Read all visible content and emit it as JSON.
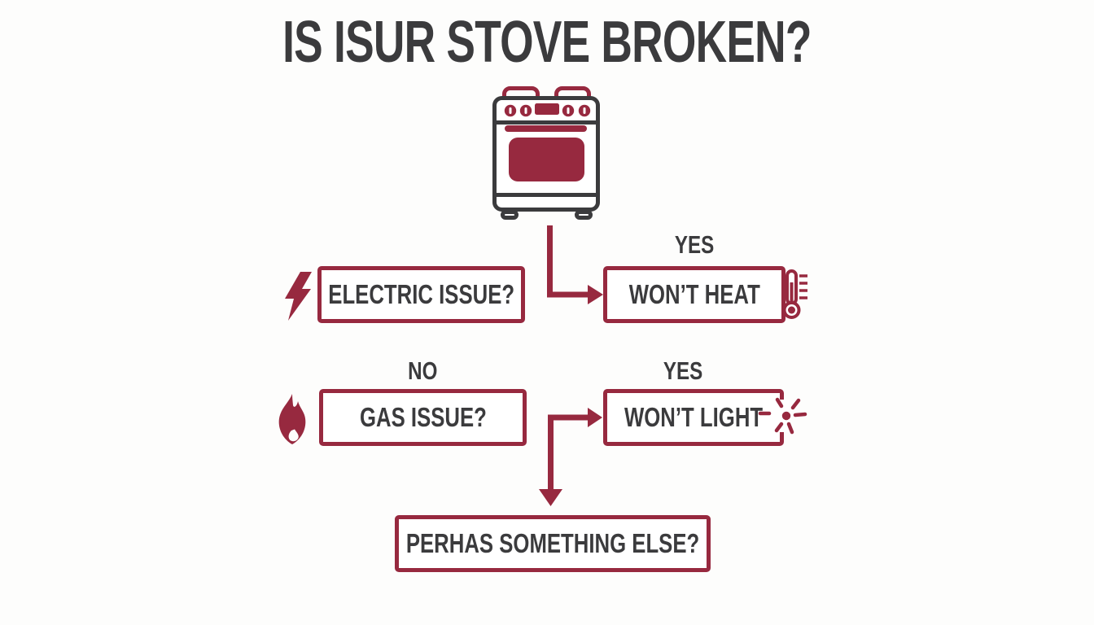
{
  "title": "IS ISUR STOVE BROKEN?",
  "palette": {
    "accent": "#97293F",
    "text": "#3B3B3D",
    "background": "#FDFDFC",
    "box_fill": "#FFFFFF"
  },
  "icons": {
    "top": "stove-icon",
    "electric": "lightning-bolt-icon",
    "wont_heat": "thermometer-icon",
    "gas": "flame-icon",
    "wont_light": "spark-icon"
  },
  "nodes": {
    "electric": {
      "label": "ELECTRIC ISSUE?"
    },
    "wont_heat": {
      "label": "WON’T HEAT",
      "branch": "YES"
    },
    "gas": {
      "label": "GAS ISSUE?",
      "branch": "NO"
    },
    "wont_light": {
      "label": "WON’T LIGHT",
      "branch": "YES"
    },
    "something_else": {
      "label": "PERHAS SOMETHING ELSE?"
    }
  }
}
